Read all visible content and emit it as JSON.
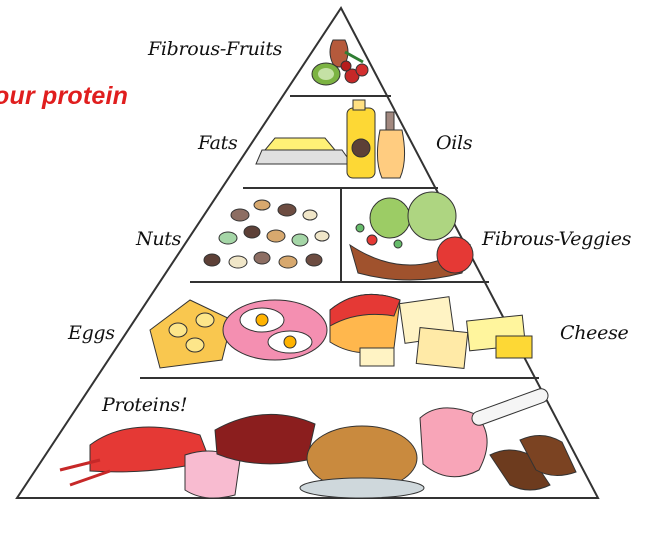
{
  "headline": "our protein",
  "pyramid": {
    "tiers": [
      {
        "labels": [
          "Fibrous-Fruits"
        ]
      },
      {
        "labels": [
          "Fats",
          "Oils"
        ]
      },
      {
        "labels": [
          "Nuts",
          "Fibrous-Veggies"
        ]
      },
      {
        "labels": [
          "Eggs",
          "Cheese"
        ]
      },
      {
        "labels": [
          "Proteins!"
        ]
      }
    ]
  },
  "colors": {
    "headline": "#e01e1e",
    "outline": "#333333"
  }
}
